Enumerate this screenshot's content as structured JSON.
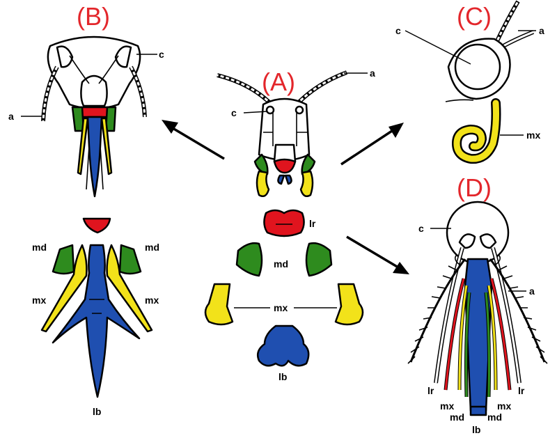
{
  "colors": {
    "labrum": "#e0141e",
    "mandible": "#2e8b1e",
    "maxilla": "#f2e21a",
    "labium": "#1f4fb0",
    "outline": "#000000",
    "panel_label": "#e3262b"
  },
  "panels": {
    "A": "(A)",
    "B": "(B)",
    "C": "(C)",
    "D": "(D)"
  },
  "labels": {
    "a": "a",
    "c": "c",
    "lr": "lr",
    "md": "md",
    "mx": "mx",
    "lb": "lb"
  }
}
